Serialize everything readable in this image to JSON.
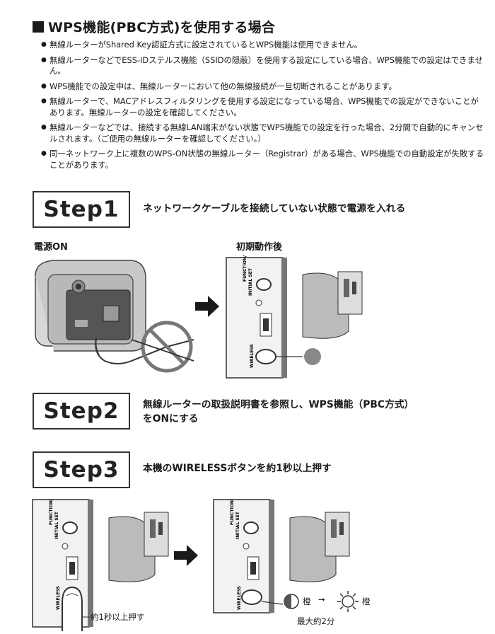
{
  "section_title": "WPS機能(PBC方式)を使用する場合",
  "bullets": [
    "無線ルーターがShared Key認証方式に設定されているとWPS機能は使用できません。",
    "無線ルーターなどでESS-IDステルス機能（SSIDの隠蔽）を使用する設定にしている場合、WPS機能での設定はできません。",
    "WPS機能での設定中は、無線ルーターにおいて他の無線接続が一旦切断されることがあります。",
    "無線ルーターで、MACアドレスフィルタリングを使用する設定になっている場合、WPS機能での設定ができないことがあります。無線ルーターの設定を確認してください。",
    "無線ルーターなどでは、接続する無線LAN端末がない状態でWPS機能での設定を行った場合、2分間で自動的にキャンセルされます。（ご使用の無線ルーターを確認してください。）",
    "同一ネットワーク上に複数のWPS-ON状態の無線ルーター（Registrar）がある場合、WPS機能での自動設定が失敗することがあります。"
  ],
  "step1": {
    "label": "Step1",
    "desc": "ネットワークケーブルを接続していない状態で電源を入れる",
    "left_caption": "電源ON",
    "right_caption": "初期動作後"
  },
  "step2": {
    "label": "Step2",
    "desc_line1": "無線ルーターの取扱説明書を参照し、WPS機能（PBC方式）",
    "desc_line2": "をONにする"
  },
  "step3": {
    "label": "Step3",
    "desc": "本機のWIRELESSボタンを約1秒以上押す",
    "press_caption": "約1秒以上押す",
    "led_from": "橙",
    "led_to": "橙",
    "duration_caption": "最大約2分"
  },
  "panel_labels": {
    "function": "FUNCTION/",
    "initial_set": "INITIAL SET",
    "wireless": "WIRELESS"
  },
  "colors": {
    "text": "#1a1a1a",
    "led_gray": "#888888"
  }
}
